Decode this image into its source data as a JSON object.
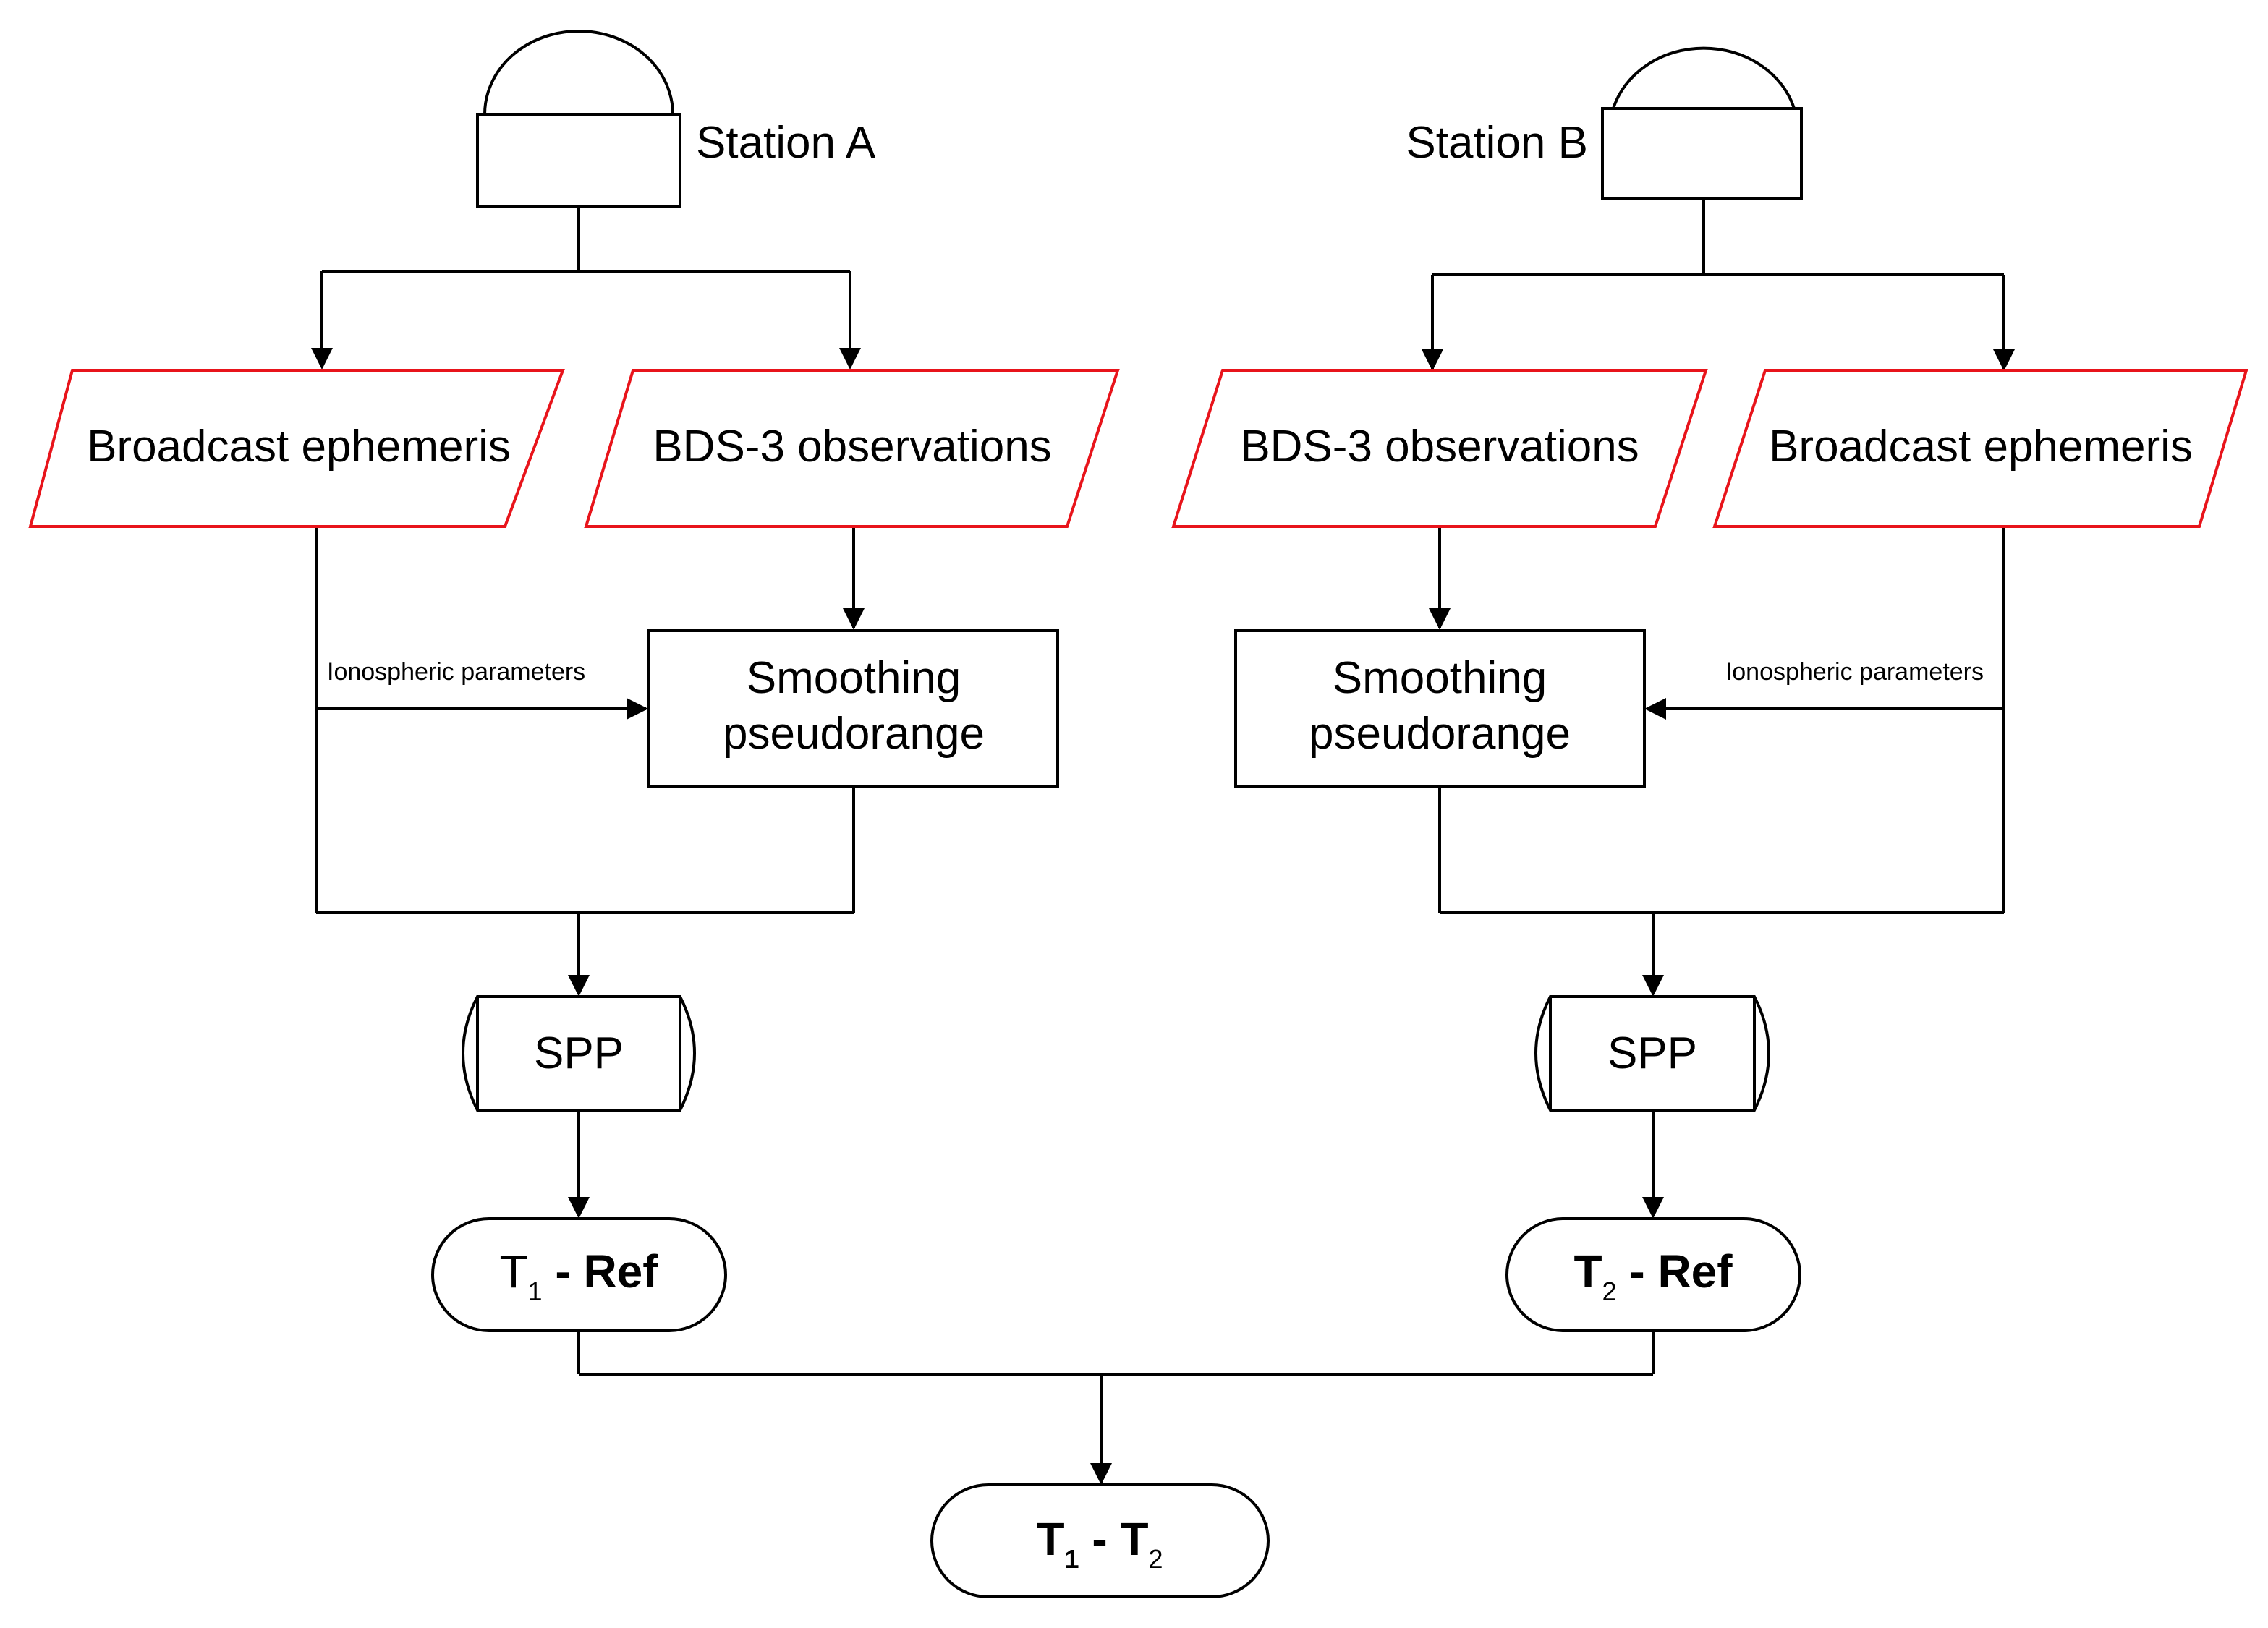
{
  "colors": {
    "data_border": "#e8141b",
    "line": "#000000"
  },
  "station_a": {
    "label": "Station A",
    "ephemeris": "Broadcast ephemeris",
    "observations": "BDS-3 observations",
    "iono": "Ionospheric parameters",
    "smoothing_line1": "Smoothing",
    "smoothing_line2": "pseudorange",
    "spp": "SPP",
    "result": {
      "t": "T",
      "sub": "1",
      "rest": " - Ref"
    }
  },
  "station_b": {
    "label": "Station B",
    "ephemeris": "Broadcast ephemeris",
    "observations": "BDS-3 observations",
    "iono": "Ionospheric parameters",
    "smoothing_line1": "Smoothing",
    "smoothing_line2": "pseudorange",
    "spp": "SPP",
    "result": {
      "t": "T",
      "sub": "2",
      "rest": " - Ref"
    }
  },
  "final": {
    "t1": "T",
    "sub1": "1",
    "mid": " - T",
    "sub2": "2"
  }
}
